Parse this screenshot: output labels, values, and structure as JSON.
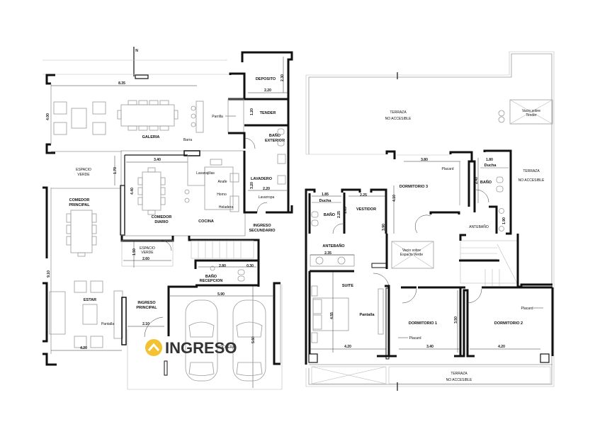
{
  "ground_floor": {
    "north_mark": "N",
    "rooms": {
      "galeria": "GALERIA",
      "deposito": "DEPOSITO",
      "tender": "TENDER",
      "bano_exterior": [
        "BAÑO",
        "EXTERIOR"
      ],
      "espacio_verde_1": [
        "ESPACIO",
        "VERDE"
      ],
      "comedor_principal": [
        "COMEDOR",
        "PRINCIPAL"
      ],
      "comedor_diario": [
        "COMEDOR",
        "DIARIO"
      ],
      "cocina": "COCINA",
      "lavadero": "LAVADERO",
      "ingreso_secundario": [
        "INGRESO",
        "SECUNDARIO"
      ],
      "espacio_verde_2": [
        "ESPACIO",
        "VERDE"
      ],
      "bano_recepcion": [
        "BAÑO",
        "RECEPCION"
      ],
      "estar": "ESTAR",
      "ingreso_principal": [
        "INGRESO",
        "PRINCIPAL"
      ],
      "cochera": "COCHERA"
    },
    "fixtures": {
      "barra": "Barra",
      "parrilla": "Parrilla",
      "lavavajillas": "Lavavajillas",
      "anafe": "Anafe",
      "horno": "Horno",
      "heladera": "Heladera",
      "lavarropa": "Lavarropa",
      "pantalla": "Pantalla"
    },
    "dimensions": {
      "galeria_w": "8.35",
      "galeria_h": "4.00",
      "deposito_w": "2.20",
      "deposito_h": "2.30",
      "tender_h": "1.20",
      "espacio_verde_h": "1.70",
      "comedor_diario_w": "3.40",
      "comedor_diario_h": "4.40",
      "lavadero_w": "2.20",
      "lavadero_h": "3.20",
      "espacio_verde2_h": "1.50",
      "espacio_verde2_w": "2.60",
      "bano_recepcion_w": "2.80",
      "bano_recepcion_x": "0.30",
      "cochera_w": "5.90",
      "cochera_h": "5.60",
      "ingreso_w": "2.10",
      "estar_w": "4.20",
      "living_h": "9.10"
    }
  },
  "upper_floor": {
    "rooms": {
      "terraza_top": [
        "TERRAZA",
        "NO ACCESIBLE"
      ],
      "vacio_tender": [
        "Vacio sobre",
        "Tender"
      ],
      "terraza_right": [
        "TERRAZA",
        "NO ACCESIBLE"
      ],
      "dormitorio_3": "DORMITORIO 3",
      "bano_right": "BAÑO",
      "ducha_right": "Ducha",
      "antebano_right": "ANTEBAÑO",
      "bano_left": "BAÑO",
      "ducha_left": "Ducha",
      "vestidor": "VESTIDOR",
      "antebano_left": "ANTEBAÑO",
      "vacio_espacio_verde": [
        "Vacio sobre",
        "Espacio Verde"
      ],
      "suite": "SUITE",
      "dormitorio_1": "DORMITORIO 1",
      "dormitorio_2": "DORMITORIO 2",
      "terraza_bottom": [
        "TERRAZA",
        "NO ACCESIBLE"
      ]
    },
    "fixtures": {
      "placard_d3": "Placard",
      "placard_d1": "Placard",
      "placard_d2": "Placard",
      "pantalla": "Pantalla"
    },
    "dimensions": {
      "d3_w": "3.80",
      "d3_h": "4.10",
      "bano_r_w": "1.80",
      "bano_r_h": "2.40",
      "antebano_r_h": "1.90",
      "bano_l_w": "1.85",
      "bano_l_h": "2.25",
      "vestidor_w": "2.25",
      "vestidor_h": "1.85",
      "suite_vh": "3.90",
      "antebano_l_w": "2.35",
      "suite_h": "4.55",
      "suite_w": "4.20",
      "d1_w": "3.40",
      "d1_h": "3.50",
      "d2_w": "4.20"
    }
  },
  "brand": {
    "logo_text": "INGRESO",
    "accent": "#f2c232"
  }
}
